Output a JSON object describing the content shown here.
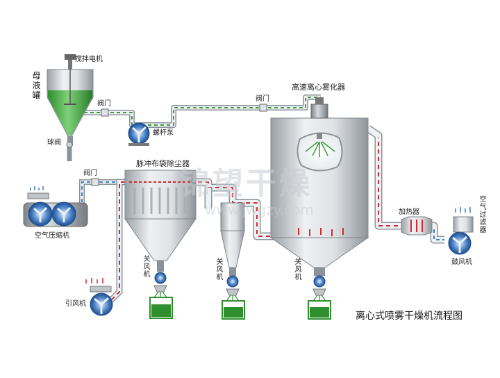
{
  "title": "离心式喷雾干燥机流程图",
  "watermark": {
    "brand": "锦望干燥",
    "url": "www.jwgzy.com"
  },
  "labels": {
    "mother_tank": "母液罐",
    "stirrer_motor": "搅拌电机",
    "valve_top_left": "阀门",
    "ball_valve": "球阀",
    "screw_pump": "螺杆泵",
    "valve_top": "阀门",
    "atomizer": "高速离心雾化器",
    "bag_filter": "脉冲布袋除尘器",
    "valve_left": "阀门",
    "air_compressor": "空气压缩机",
    "induced_fan": "引风机",
    "rotary_valve_1": "关风机",
    "rotary_valve_2": "关风机",
    "rotary_valve_3": "关风机",
    "heater": "加热器",
    "air_filter": "空气过滤器",
    "blower": "鼓风机"
  },
  "colors": {
    "pipe_fill": "#eef2f4",
    "pipe_edge": "#8a9399",
    "liquid_line": "#3c9a3c",
    "air_line": "#3b7fc4",
    "hot_line": "#d4282e",
    "product": "#2f8f2f",
    "vessel": "#d8dcdf",
    "fan_blue": "#2f6fc0"
  }
}
